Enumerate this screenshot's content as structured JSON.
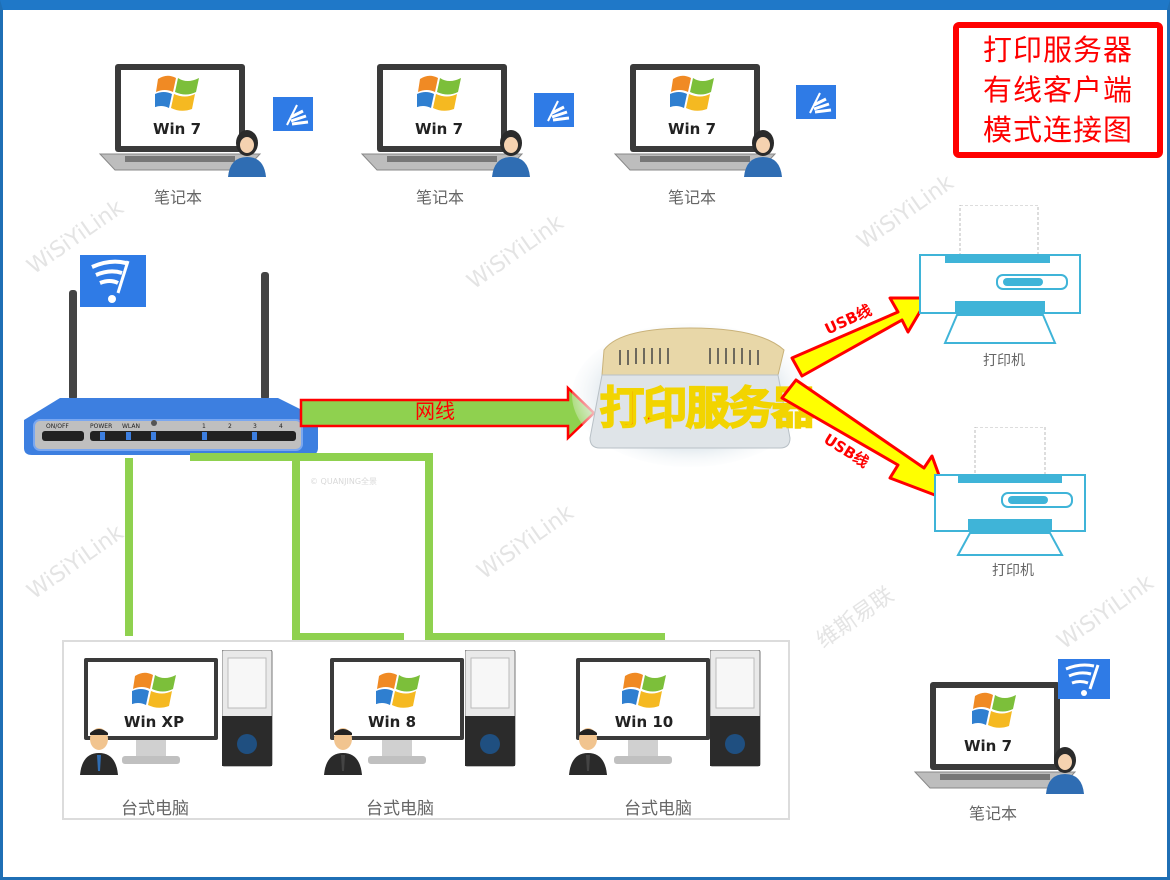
{
  "title": {
    "lines": [
      "打印服务器",
      "有线客户端",
      "模式连接图"
    ],
    "color": "#ff0000"
  },
  "laptops_top": [
    {
      "os": "Win 7",
      "caption": "笔记本"
    },
    {
      "os": "Win 7",
      "caption": "笔记本"
    },
    {
      "os": "Win 7",
      "caption": "笔记本"
    }
  ],
  "router": {
    "labels": {
      "onoff": "ON/OFF",
      "power": "POWER",
      "wlan": "WLAN",
      "ports": [
        "1",
        "2",
        "3",
        "4"
      ]
    },
    "watermark": "© QUANJING全景"
  },
  "network_cable": {
    "label": "网线"
  },
  "print_server": {
    "label": "打印服务器"
  },
  "usb_cables": [
    {
      "label": "USB线"
    },
    {
      "label": "USB线"
    }
  ],
  "printers": [
    {
      "caption": "打印机"
    },
    {
      "caption": "打印机"
    }
  ],
  "desktops": [
    {
      "os": "Win XP",
      "caption": "台式电脑"
    },
    {
      "os": "Win 8",
      "caption": "台式电脑"
    },
    {
      "os": "Win 10",
      "caption": "台式电脑"
    }
  ],
  "laptop_bottom": {
    "os": "Win 7",
    "caption": "笔记本"
  },
  "watermarks": [
    "WiSiYiLink",
    "维斯易联"
  ],
  "colors": {
    "frame": "#1f78c8",
    "cable": "#8fd14f",
    "arrow_red": "#ff0000",
    "arrow_yellow": "#ffff00",
    "router_blue": "#3d7fe0",
    "printer_blue": "#3fb4d8"
  }
}
